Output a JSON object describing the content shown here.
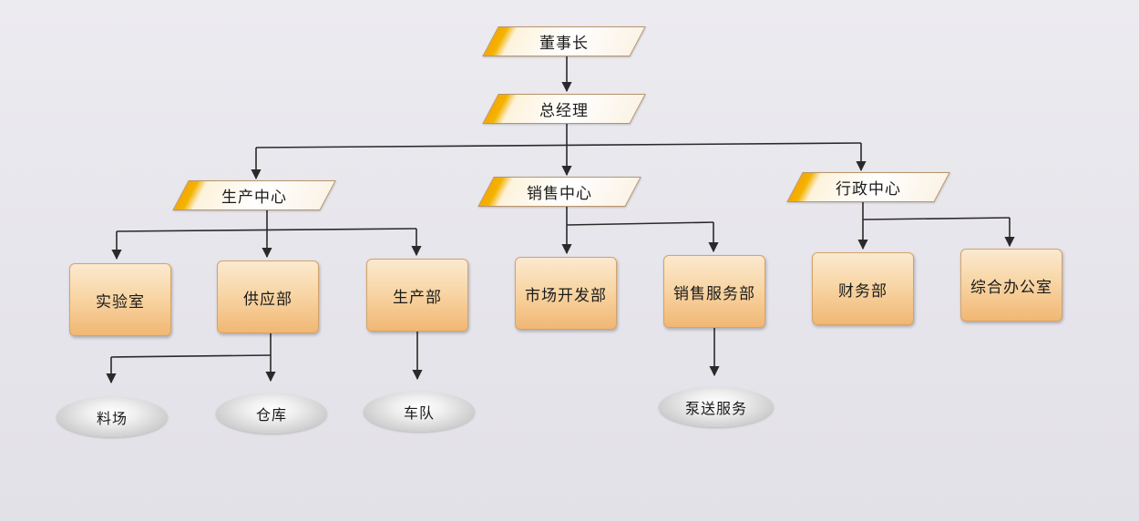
{
  "chairman": "董事长",
  "general_manager": "总经理",
  "centers": {
    "production": "生产中心",
    "sales": "销售中心",
    "admin": "行政中心"
  },
  "departments": {
    "lab": "实验室",
    "supply": "供应部",
    "production": "生产部",
    "market": "市场开发部",
    "sales_service": "销售服务部",
    "finance": "财务部",
    "office": "综合办公室"
  },
  "units": {
    "material_yard": "料场",
    "warehouse": "仓库",
    "fleet": "车队",
    "pump_service": "泵送服务"
  },
  "colors": {
    "accent": "#f2b300",
    "box_fill": "#f8d6a6",
    "line": "#2a2a2a"
  }
}
